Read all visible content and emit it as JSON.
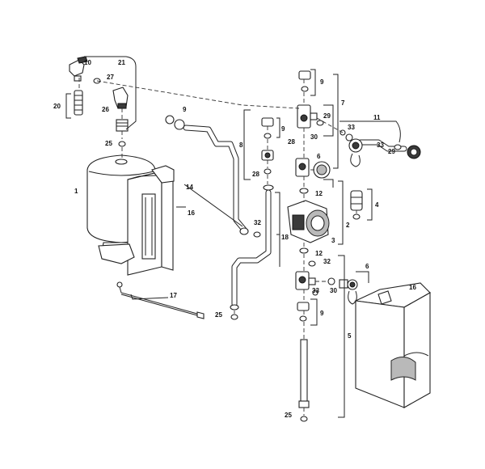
{
  "labels": {
    "l1": "1",
    "l2": "2",
    "l3": "3",
    "l4": "4",
    "l5": "5",
    "l6a": "6",
    "l6b": "6",
    "l7": "7",
    "l8": "8",
    "l9a": "9",
    "l9b": "9",
    "l9c": "9",
    "l9d": "9",
    "l10": "10",
    "l11": "11",
    "l12a": "12",
    "l12b": "12",
    "l14": "14",
    "l16a": "16",
    "l16b": "16",
    "l17": "17",
    "l18": "18",
    "l20": "20",
    "l21": "21",
    "l25a": "25",
    "l25b": "25",
    "l25c": "25",
    "l26": "26",
    "l27": "27",
    "l28a": "28",
    "l28b": "28",
    "l29a": "29",
    "l29b": "29",
    "l30a": "30",
    "l30b": "30",
    "l32a": "32",
    "l32b": "32",
    "l33a": "33",
    "l33b": "33",
    "l33c": "33"
  }
}
